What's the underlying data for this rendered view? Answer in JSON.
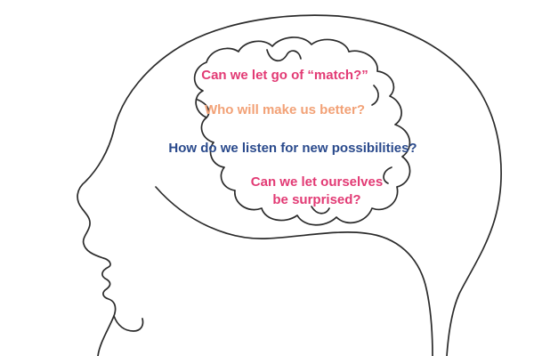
{
  "questions": [
    {
      "text": "Can we let go of “match?”",
      "color": "#e23a74"
    },
    {
      "text": "Who will make us better?",
      "color": "#f2a176"
    },
    {
      "text": "How do we listen for new possibilities?",
      "color": "#2a4a8c"
    },
    {
      "lines": [
        "Can we let ourselves",
        "be surprised?"
      ],
      "color": "#e23a74"
    }
  ],
  "line_color": "#2b2b2b"
}
